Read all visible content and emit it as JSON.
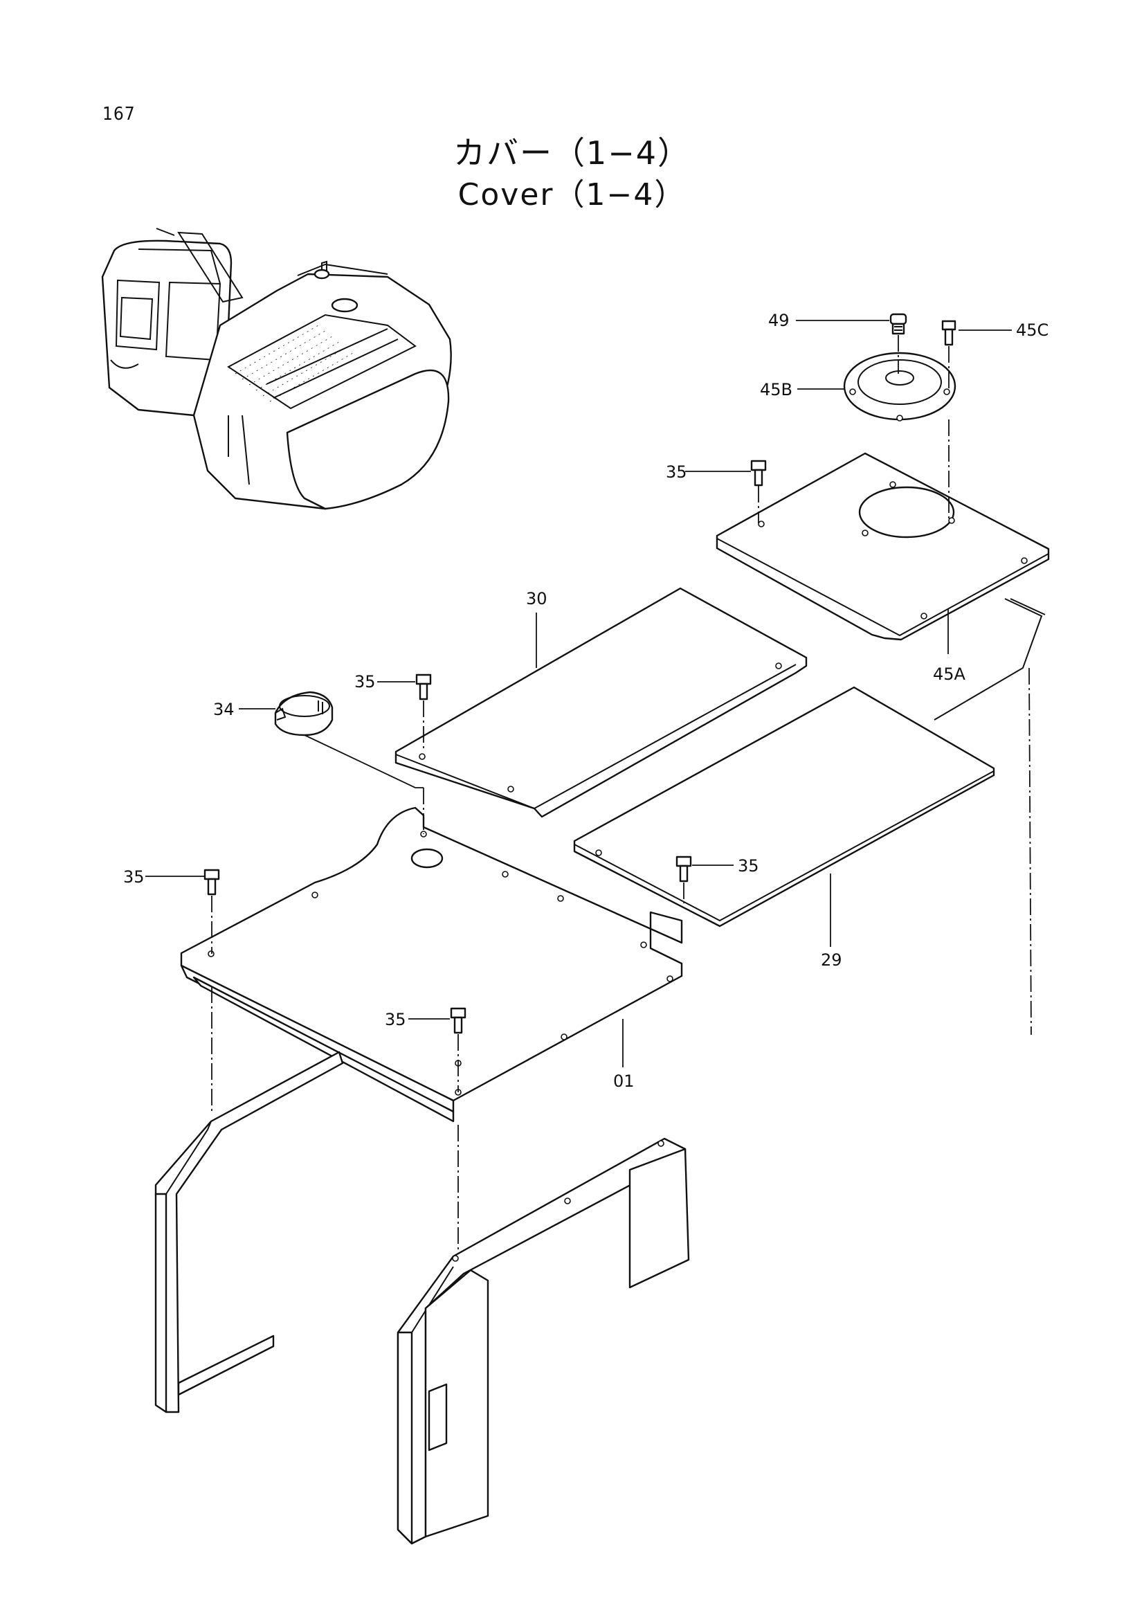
{
  "page_number": "167",
  "title_jp": "カバー（1−4）",
  "title_en": "Cover（1−4）",
  "callouts": {
    "p49": "49",
    "p45C": "45C",
    "p45B": "45B",
    "p35a": "35",
    "p45A": "45A",
    "p30": "30",
    "p35b": "35",
    "p34": "34",
    "p35c": "35",
    "p35d": "35",
    "p29": "29",
    "p35e": "35",
    "p01": "01"
  }
}
